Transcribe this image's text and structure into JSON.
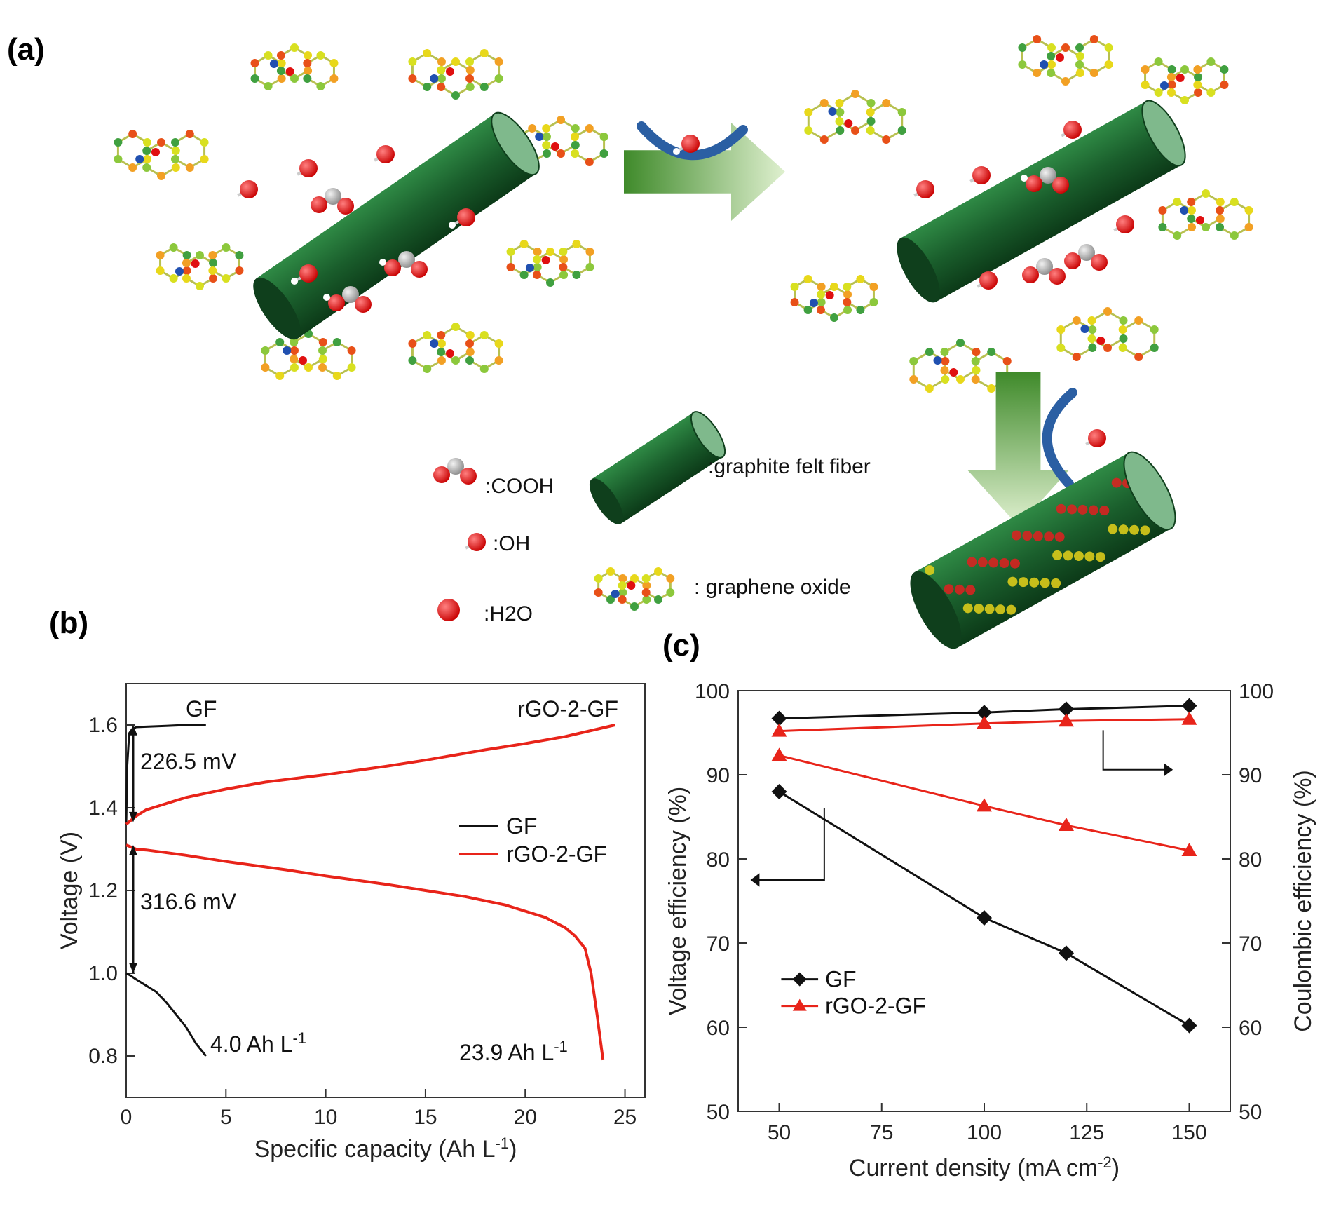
{
  "panels": {
    "a": "(a)",
    "b": "(b)",
    "c": "(c)"
  },
  "legend_a": {
    "cooh": ":COOH",
    "oh": ":OH",
    "h2o": ":H2O",
    "fiber": ":graphite felt fiber",
    "go": ": graphene oxide"
  },
  "colors": {
    "fiber": "#1f6b32",
    "fiber_dark": "#0f3f1c",
    "arrow_green": "#5aa13c",
    "arrow_blue": "#2b5fa3",
    "oxygen": "#e01010",
    "carbon_cooh": "#b8b8b8",
    "gf": "#111111",
    "rgo": "#e8241a"
  },
  "chart_data": [
    {
      "type": "line",
      "xlabel": "Specific capacity (Ah L",
      "xlabel_sup": "-1",
      "xlabel_end": ")",
      "ylabel": "Voltage (V)",
      "xlim": [
        0,
        26
      ],
      "ylim": [
        0.7,
        1.7
      ],
      "xticks": [
        0,
        5,
        10,
        15,
        20,
        25
      ],
      "yticks": [
        0.8,
        1.0,
        1.2,
        1.4,
        1.6
      ],
      "xtick_labels": [
        "0",
        "5",
        "10",
        "15",
        "20",
        "25"
      ],
      "ytick_labels": [
        "0.8",
        "1.0",
        "1.2",
        "1.4",
        "1.6"
      ],
      "legend": [
        "GF",
        "rGO-2-GF"
      ],
      "series": [
        {
          "name": "GF",
          "charge": {
            "x": [
              0,
              0.05,
              0.15,
              0.3,
              0.5,
              1.0,
              2.0,
              3.0,
              4.0
            ],
            "y": [
              1.36,
              1.5,
              1.58,
              1.59,
              1.595,
              1.596,
              1.598,
              1.6,
              1.6
            ]
          },
          "discharge": {
            "x": [
              0,
              0.2,
              0.5,
              1.0,
              1.5,
              2.0,
              2.5,
              3.0,
              3.5,
              4.0
            ],
            "y": [
              1.0,
              0.995,
              0.985,
              0.97,
              0.955,
              0.93,
              0.9,
              0.87,
              0.83,
              0.8
            ]
          }
        },
        {
          "name": "rGO-2-GF",
          "charge": {
            "x": [
              0,
              0.5,
              1,
              2,
              3,
              5,
              7,
              10,
              13,
              15,
              18,
              20,
              22,
              24.5
            ],
            "y": [
              1.36,
              1.38,
              1.395,
              1.41,
              1.425,
              1.445,
              1.462,
              1.48,
              1.5,
              1.515,
              1.54,
              1.555,
              1.572,
              1.6
            ]
          },
          "discharge": {
            "x": [
              0,
              0.5,
              1,
              3,
              5,
              8,
              10,
              13,
              15,
              17,
              19,
              20,
              21,
              22,
              22.5,
              23,
              23.3,
              23.6,
              23.9
            ],
            "y": [
              1.31,
              1.3,
              1.298,
              1.285,
              1.27,
              1.25,
              1.235,
              1.215,
              1.2,
              1.185,
              1.165,
              1.15,
              1.135,
              1.11,
              1.09,
              1.06,
              1.0,
              0.9,
              0.79
            ]
          }
        }
      ],
      "annotations": {
        "gf_label": "GF",
        "rgo_label": "rGO-2-GF",
        "charge_gap": "226.5 mV",
        "discharge_gap": "316.6 mV",
        "gf_capacity": "4.0 Ah L",
        "rgo_capacity": "23.9 Ah L",
        "capacity_sup": "-1"
      }
    },
    {
      "type": "line",
      "xlabel": "Current density (mA cm",
      "xlabel_sup": "-2",
      "xlabel_end": ")",
      "ylabel": "Voltage efficiency (%)",
      "ylabel_right": "Coulombic efficiency (%)",
      "xlim": [
        40,
        160
      ],
      "ylim": [
        50,
        100
      ],
      "xticks": [
        50,
        75,
        100,
        125,
        150
      ],
      "yticks": [
        50,
        60,
        70,
        80,
        90,
        100
      ],
      "xtick_labels": [
        "50",
        "75",
        "100",
        "125",
        "150"
      ],
      "ytick_labels": [
        "50",
        "60",
        "70",
        "80",
        "90",
        "100"
      ],
      "legend": [
        "GF",
        "rGO-2-GF"
      ],
      "x": [
        50,
        100,
        120,
        150
      ],
      "series": [
        {
          "name": "GF",
          "metric": "Voltage efficiency",
          "values": [
            88,
            73,
            68.8,
            60.2
          ]
        },
        {
          "name": "rGO-2-GF",
          "metric": "Voltage efficiency",
          "values": [
            92.3,
            86.3,
            84,
            81
          ]
        },
        {
          "name": "GF",
          "metric": "Coulombic efficiency",
          "values": [
            96.7,
            97.4,
            97.8,
            98.2
          ]
        },
        {
          "name": "rGO-2-GF",
          "metric": "Coulombic efficiency",
          "values": [
            95.2,
            96.1,
            96.4,
            96.6
          ]
        }
      ]
    }
  ]
}
